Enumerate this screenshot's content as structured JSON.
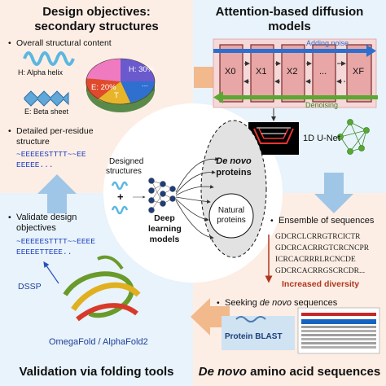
{
  "quadrants": {
    "design": {
      "title_line1": "Design objectives:",
      "title_line2": "secondary structures",
      "bullet1": "Overall structural content",
      "helix_label": "H: Alpha helix",
      "sheet_label": "E: Beta sheet",
      "pie": {
        "h_pct": "H: 30%",
        "e_pct": "E: 20%",
        "t_label": "T",
        "dots": "..."
      },
      "bullet2_line1": "Detailed per-residue",
      "bullet2_line2": "structure",
      "seq_line1": "~EEEEESTTTT~~EE",
      "seq_line2": "EEEEE..."
    },
    "diffusion": {
      "title_line1": "Attention-based diffusion",
      "title_line2": "models",
      "adding_noise": "Adding noise",
      "denoising": "Denoising",
      "x_labels": [
        "X0",
        "X1",
        "X2",
        "...",
        "XF"
      ],
      "unet_label": "1D U-Net"
    },
    "center": {
      "designed_line1": "Designed",
      "designed_line2": "structures",
      "plus": "+",
      "deep_line1": "Deep",
      "deep_line2": "learning",
      "deep_line3": "models",
      "denovo_line1": "De novo",
      "denovo_line2": "proteins",
      "natural_line1": "Natural",
      "natural_line2": "proteins"
    },
    "sequences": {
      "bullet1": "Ensemble of sequences",
      "seqs": [
        "GDCRCLCRRGTRCICTR",
        "GDCRCACRRGTCRCNCPR",
        "ICRCACRRRLRCNCDE",
        "GDCRCACRRGSCRCDR..."
      ],
      "increased_diversity": "Increased diversity",
      "seeking_prefix": "Seeking ",
      "seeking_italic": "de novo",
      "seeking_suffix": " sequences",
      "blast_label": "Protein BLAST",
      "footer_italic": "De novo",
      "footer_rest": " amino acid sequences"
    },
    "validation": {
      "bullet1_line1": "Validate design",
      "bullet1_line2": "objectives",
      "seq_line1": "~EEEEESTTTT~~EEEE",
      "seq_line2": "EEEEETTEEE..",
      "dssp": "DSSP",
      "omegafold": "OmegaFold / AlphaFold2",
      "footer": "Validation via folding tools"
    }
  },
  "colors": {
    "peach": "#fdeee5",
    "lightblue": "#e8f3fb",
    "arrow_orange": "#f2b98c",
    "arrow_blue": "#9fc6e6",
    "noise_blue": "#2c6fcf",
    "denoise_green": "#5aa832",
    "box_fill": "#e8a6a6",
    "sequence_blue": "#1f3fbf",
    "diversity_red": "#b0361e"
  }
}
